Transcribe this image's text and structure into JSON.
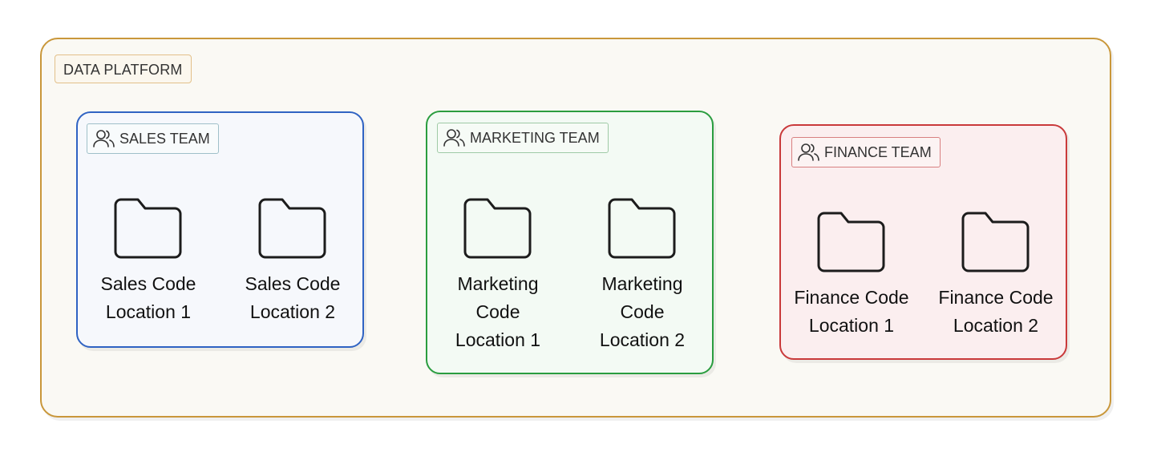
{
  "platform": {
    "label": "DATA PLATFORM"
  },
  "teams": [
    {
      "label": "SALES TEAM",
      "color": "#2f63c3",
      "locations": [
        {
          "line1": "Sales Code",
          "line2": "Location 1"
        },
        {
          "line1": "Sales Code",
          "line2": "Location 2"
        }
      ]
    },
    {
      "label": "MARKETING TEAM",
      "color": "#2a9d3f",
      "locations": [
        {
          "line1": "Marketing",
          "line2": "Code",
          "line3": "Location 1"
        },
        {
          "line1": "Marketing",
          "line2": "Code",
          "line3": "Location 2"
        }
      ]
    },
    {
      "label": "FINANCE TEAM",
      "color": "#c9393a",
      "locations": [
        {
          "line1": "Finance Code",
          "line2": "Location 1"
        },
        {
          "line1": "Finance Code",
          "line2": "Location 2"
        }
      ]
    }
  ],
  "icons": {
    "team": "users-icon",
    "location": "folder-icon"
  }
}
